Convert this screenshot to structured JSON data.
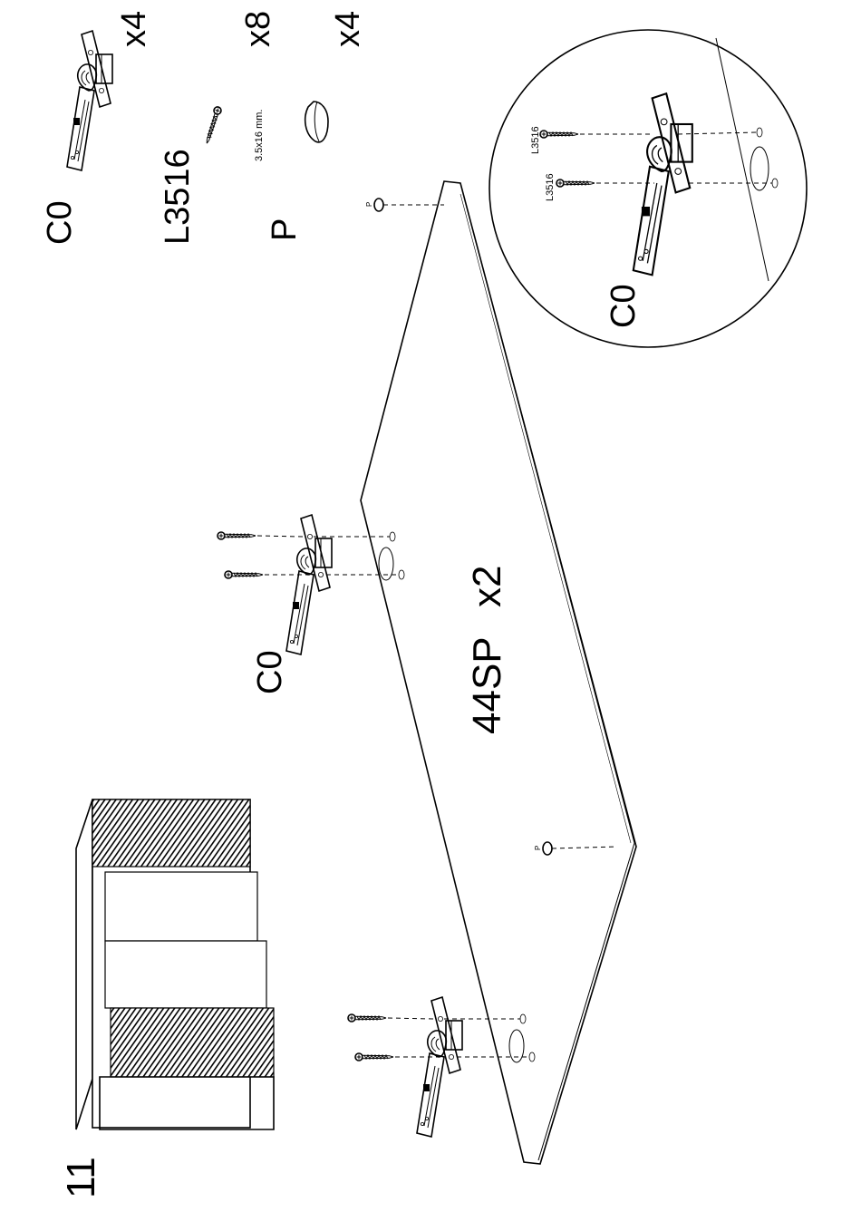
{
  "step": {
    "number": "11"
  },
  "parts": [
    {
      "code": "C0",
      "qty": "x4",
      "icon": "hinge-icon"
    },
    {
      "code": "L3516",
      "qty": "x8",
      "size": "3.5x16 mm.",
      "icon": "screw-icon"
    },
    {
      "code": "P",
      "qty": "x4",
      "icon": "bumper-pad-icon"
    }
  ],
  "panel": {
    "code": "44SP",
    "qty": "x2"
  },
  "callouts": {
    "hinge_center": "C0",
    "pad_top": "P",
    "pad_bottom": "P"
  },
  "detail": {
    "hinge": "C0",
    "screw_upper": "L3516",
    "screw_lower": "L3516"
  },
  "colors": {
    "ink": "#000000",
    "paper": "#ffffff"
  }
}
